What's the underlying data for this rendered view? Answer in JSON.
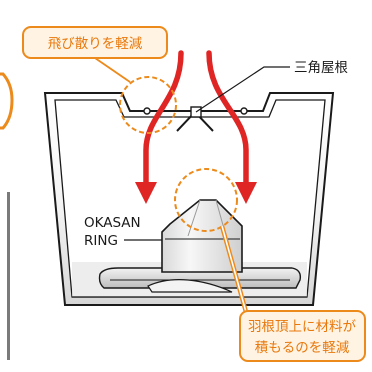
{
  "callouts": {
    "top": "飛び散りを軽減",
    "bottom_line1": "羽根頂上に材料が",
    "bottom_line2": "積もるのを軽減"
  },
  "labels": {
    "roof": "三角屋根",
    "ring_line1": "OKASAN",
    "ring_line2": "RING"
  },
  "colors": {
    "accent_orange": "#ec8a1c",
    "arrow_red": "#e02525",
    "outline": "#1a1a1a",
    "callout_fill": "#fff4e3",
    "panel_gray": "#bcbcbc"
  }
}
